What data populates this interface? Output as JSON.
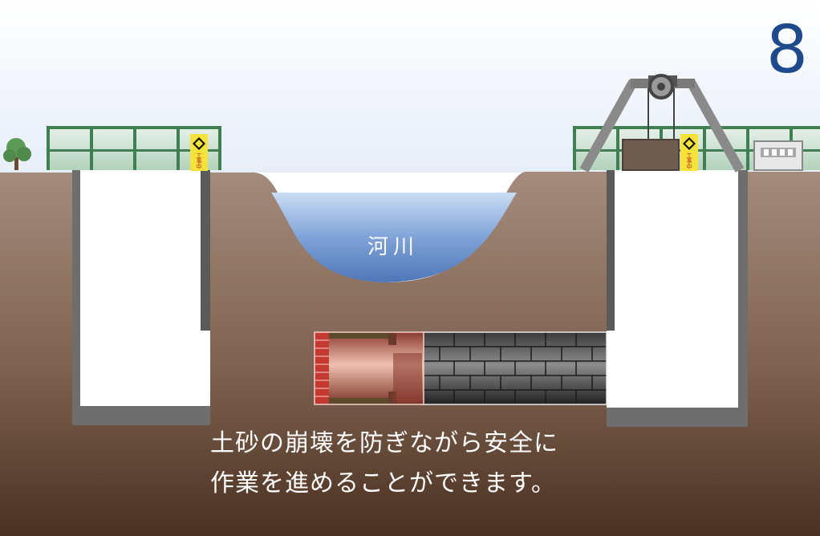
{
  "step_number": "8",
  "river_label": "河川",
  "caption": {
    "line1": "土砂の崩壊を防ぎながら安全に",
    "line2": "作業を進めることができます。"
  },
  "construction_sign": {
    "text": "工事中",
    "color": "#f5e23a"
  },
  "colors": {
    "sky": "#eef3fa",
    "soil_top": "#a68c7c",
    "soil_bottom": "#4c3222",
    "river": "#7aa0d8",
    "railing": "#3f7f52",
    "step_number": "#1e4a8c"
  }
}
